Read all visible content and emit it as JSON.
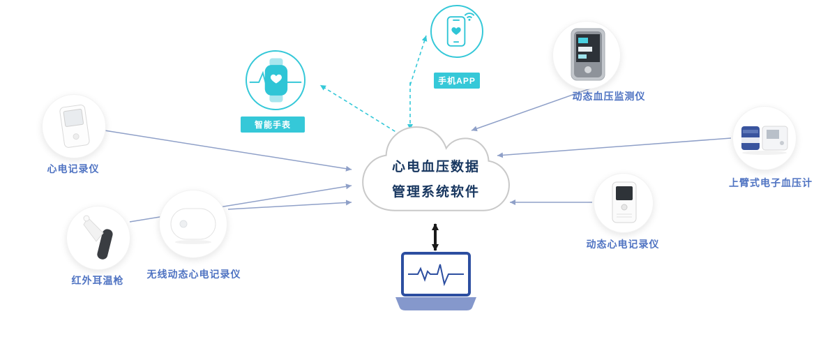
{
  "cloud": {
    "line1": "心电血压数据",
    "line2": "管理系统软件"
  },
  "nodes": {
    "watch": {
      "label": "智能手表"
    },
    "phone": {
      "label": "手机APP"
    },
    "ecg_recorder": {
      "label": "心电记录仪"
    },
    "ear_thermometer": {
      "label": "红外耳温枪"
    },
    "patch": {
      "label": "无线动态心电记录仪"
    },
    "bp_monitor": {
      "label": "动态血压监测仪"
    },
    "arm_bp": {
      "label": "上臂式电子血压计"
    },
    "holter": {
      "label": "动态心电记录仪"
    }
  },
  "icons": {
    "watch": "smartwatch-heart-icon",
    "phone": "smartphone-heart-wifi-icon",
    "laptop": "laptop-ecg-icon",
    "cloud": "cloud-shape"
  },
  "colors": {
    "accent_cyan": "#35c8d8",
    "label_blue": "#4f73c2",
    "cloud_text": "#17365f",
    "connector": "#8fa0c8",
    "laptop_blue": "#2c4ea0",
    "double_arrow": "#1a1a1a"
  }
}
